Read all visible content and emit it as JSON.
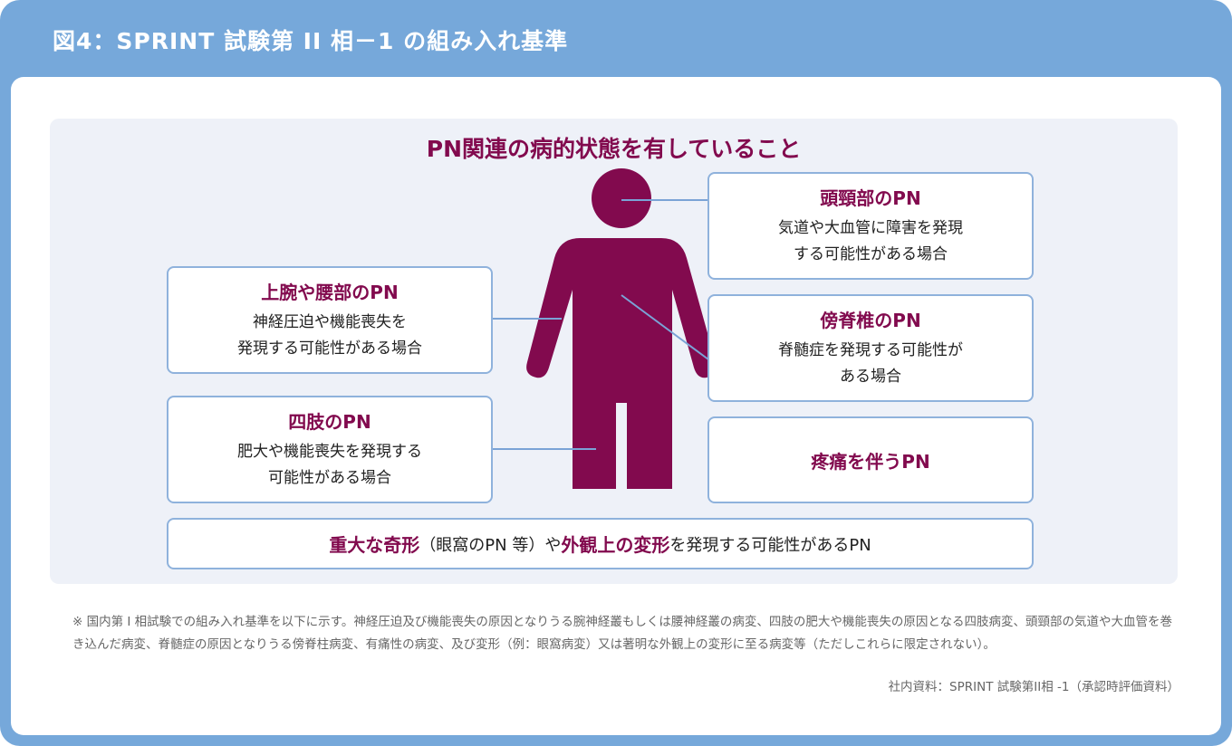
{
  "title": "図4：SPRINT 試験第 II 相－1 の組み入れ基準",
  "heading": "PN関連の病的状態を有していること",
  "boxes": {
    "upper_limb": {
      "title": "上腕や腰部のPN",
      "line1": "神経圧迫や機能喪失を",
      "line2": "発現する可能性がある場合"
    },
    "limbs": {
      "title": "四肢のPN",
      "line1": "肥大や機能喪失を発現する",
      "line2": "可能性がある場合"
    },
    "head_neck": {
      "title": "頭頸部のPN",
      "line1": "気道や大血管に障害を発現",
      "line2": "する可能性がある場合"
    },
    "paraspinal": {
      "title": "傍脊椎のPN",
      "line1": "脊髄症を発現する可能性が",
      "line2": "ある場合"
    },
    "pain": {
      "title": "疼痛を伴うPN"
    }
  },
  "bottom": {
    "em1": "重大な奇形",
    "t1": "（眼窩のPN 等）や",
    "em2": "外観上の変形",
    "t2": "を発現する可能性があるPN"
  },
  "footnote": "※ 国内第 I 相試験での組み入れ基準を以下に示す。神経圧迫及び機能喪失の原因となりうる腕神経叢もしくは腰神経叢の病変、四肢の肥大や機能喪失の原因となる四肢病変、頭頸部の気道や大血管を巻き込んだ病変、脊髄症の原因となりうる傍脊柱病変、有痛性の病変、及び変形（例：眼窩病変）又は著明な外観上の変形に至る病変等（ただしこれらに限定されない）。",
  "source": "社内資料：SPRINT 試験第II相 -1（承認時評価資料）",
  "colors": {
    "header": "#76a8da",
    "accent": "#820a4e",
    "panel": "#eef1f8",
    "border": "#8fb2dc"
  }
}
